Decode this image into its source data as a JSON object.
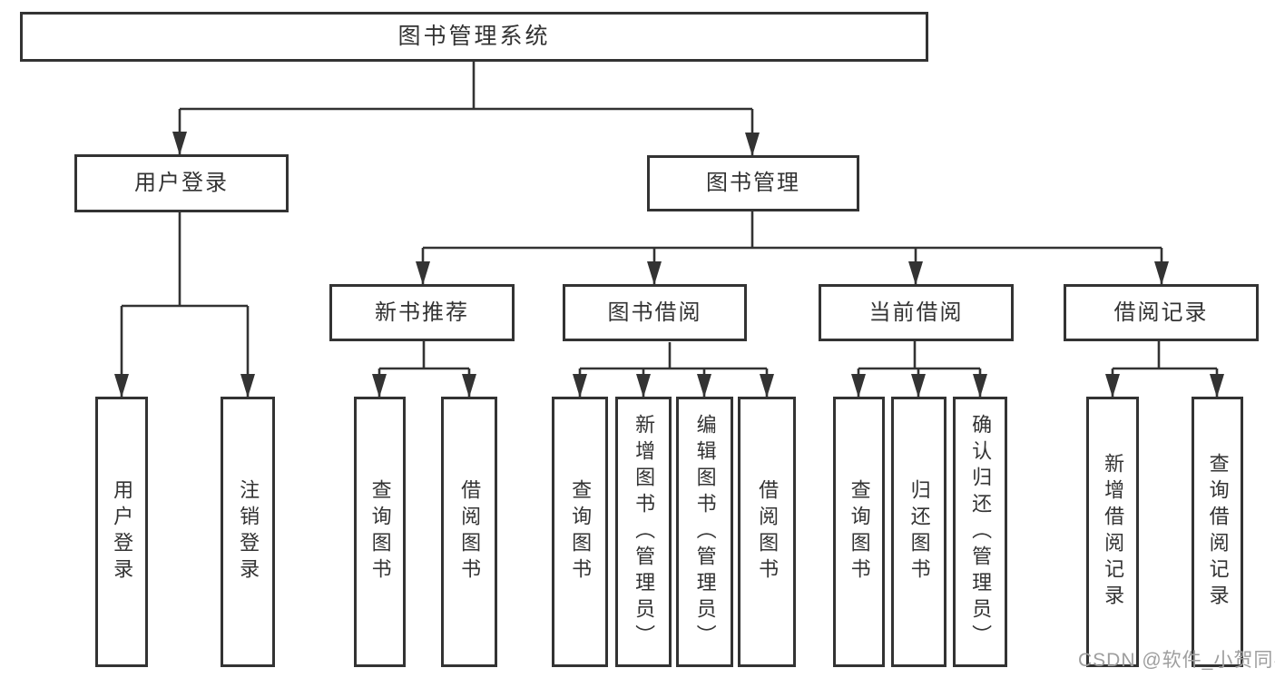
{
  "style": {
    "line_color": "#333333",
    "box_border_color": "#333333",
    "text_color": "#333333",
    "background": "#ffffff",
    "watermark_color": "#9e9e9e"
  },
  "tree": {
    "root": "图书管理系统",
    "branches": [
      {
        "label": "用户登录",
        "leaves": [
          "用户登录",
          "注销登录"
        ]
      },
      {
        "label": "图书管理",
        "groups": [
          {
            "label": "新书推荐",
            "leaves": [
              "查询图书",
              "借阅图书"
            ]
          },
          {
            "label": "图书借阅",
            "leaves": [
              "查询图书",
              "新增图书（管理员）",
              "编辑图书（管理员）",
              "借阅图书"
            ]
          },
          {
            "label": "当前借阅",
            "leaves": [
              "查询图书",
              "归还图书",
              "确认归还（管理员）"
            ]
          },
          {
            "label": "借阅记录",
            "leaves": [
              "新增借阅记录",
              "查询借阅记录"
            ]
          }
        ]
      }
    ]
  },
  "watermark": {
    "text": "CSDN @软件_小贺同学"
  }
}
